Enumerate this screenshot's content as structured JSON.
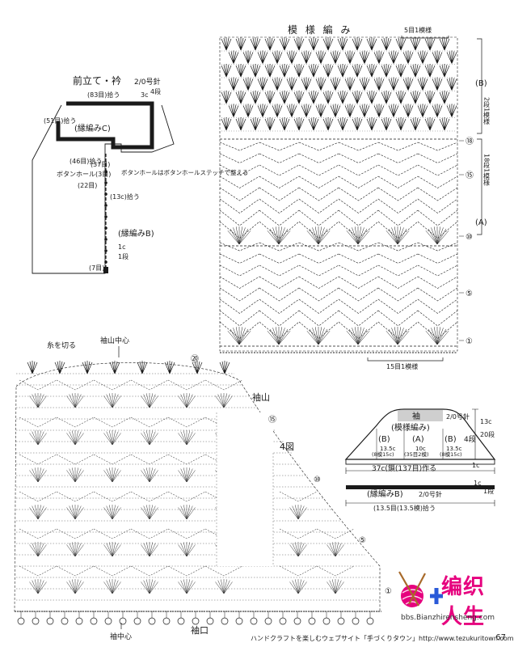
{
  "pattern": {
    "title": "模 様 編 み",
    "repeat_top": "5目1模様",
    "repeat_bottom": "15目1模様",
    "section_b": "(B)",
    "section_b_note": "2段1模様",
    "section_a": "(A)",
    "section_a_note": "18段1模様",
    "row_markers": [
      "①",
      "⑤",
      "⑩",
      "⑮",
      "⑱"
    ]
  },
  "front": {
    "title": "前立て・衿",
    "needle": "2/0号針",
    "pick_top": "(83目)拾う",
    "three_c": "3c",
    "rows_4": "4段",
    "pick_51": "(51目)拾う",
    "edge_c": "(縁編みC)",
    "pick_46": "(46目)拾う",
    "pick_37": "(37目)",
    "buttonhole_3": "ボタンホール(3目)",
    "buttonhole_note": "ボタンホールはボタンホールステッチで整える",
    "pick_22": "(22目)",
    "pick_13c": "(13c)拾う",
    "edge_b": "(縁編みB)",
    "one_c": "1c",
    "one_row": "1段",
    "pick_7": "(7目)"
  },
  "sleeve": {
    "cut_yarn": "糸を切る",
    "top_center": "袖山中心",
    "cap": "袖山",
    "figure": "4図",
    "cuff": "袖口",
    "bottom_center": "袖中心",
    "row_markers": [
      "①",
      "⑤",
      "⑩",
      "⑮",
      "⑳"
    ]
  },
  "schematic": {
    "title": "袖",
    "subtitle": "(模様編み)",
    "needle": "2/0号針",
    "b_left": "(B)",
    "a_mid": "(A)",
    "b_right": "(B)",
    "left_13_5": "13.5c",
    "left_rows": "(8模15c)",
    "mid_10": "10c",
    "mid_rows": "(35目2模)",
    "right_13_5": "13.5c",
    "right_rows": "(8模15c)",
    "width": "37c(鎖(137目)作る",
    "height_13c": "13c",
    "height_20": "20段",
    "rows_4": "4段",
    "one_c_a": "1c",
    "edge_b": "(縁編みB)",
    "edge_needle": "2/0号針",
    "edge_pick": "(13.5目(13.5模)拾う",
    "one_c_b": "1c",
    "one_row_b": "1段"
  },
  "watermark": {
    "cn": "编织人生",
    "url": "bbs.Bianzhirensheng.com"
  },
  "footer": {
    "text": "ハンドクラフトを楽しむウェブサイト「手づくりタウン」http://www.tezukuritown.com",
    "page": "67"
  },
  "colors": {
    "ink": "#1a1a1a",
    "logo_pink": "#e6007e",
    "logo_green": "#22a845",
    "logo_yellow": "#f5c000",
    "logo_blue": "#2a5ad8"
  }
}
